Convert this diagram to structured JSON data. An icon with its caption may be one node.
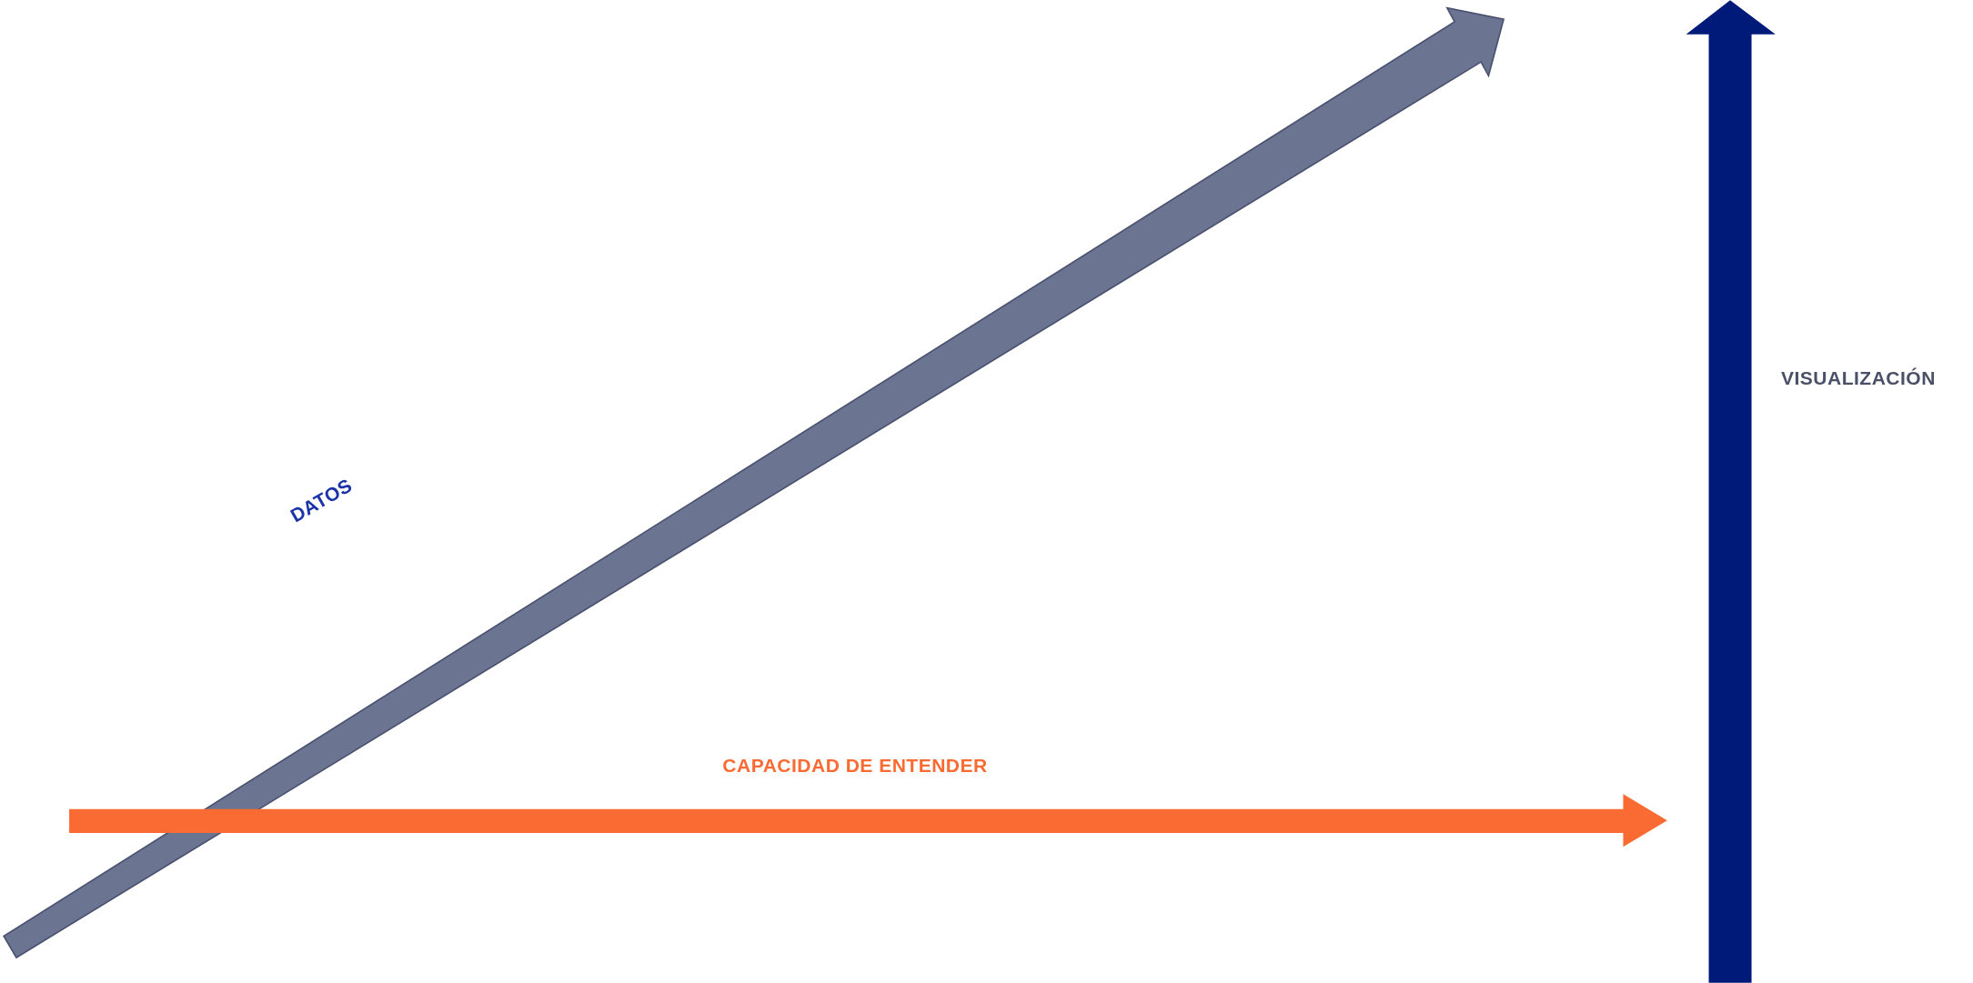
{
  "diagram": {
    "labels": [
      "DATOS",
      "VISUALIZACIÓN",
      "CAPACIDAD DE ENTENDER"
    ]
  }
}
